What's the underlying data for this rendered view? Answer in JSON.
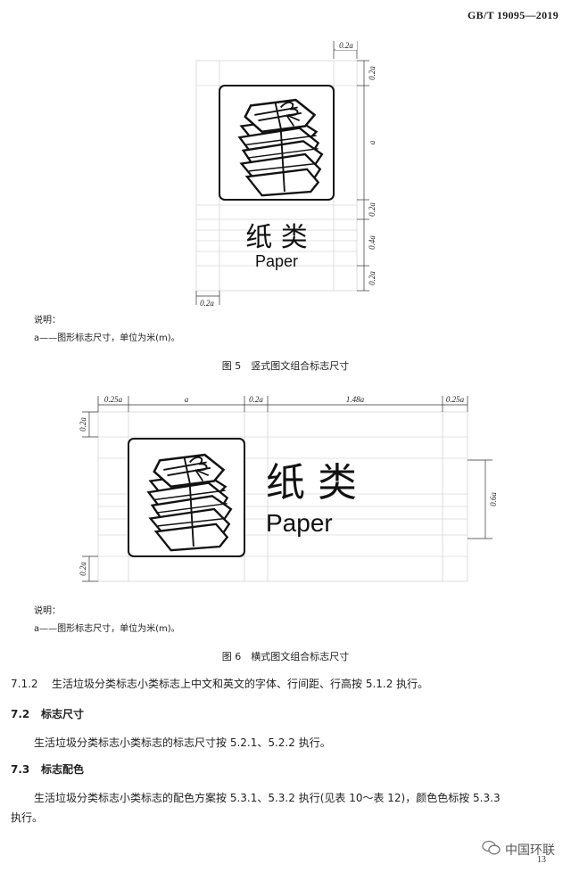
{
  "header": {
    "standard_code": "GB/T  19095—2019"
  },
  "sign": {
    "chinese": "纸 类",
    "english": "Paper"
  },
  "fig5": {
    "dims": {
      "top_margin": "0.2a",
      "side_margin": "0.2a",
      "icon_height": "a",
      "gap": "0.2a",
      "text_zone": "0.4a",
      "bottom_margin": "0.2a"
    },
    "note_title": "说明：",
    "note_line": "a——图形标志尺寸，单位为米(m)。",
    "caption": "图 5　竖式图文组合标志尺寸"
  },
  "fig6": {
    "dims": {
      "left_margin": "0.25a",
      "icon_width": "a",
      "gap": "0.2a",
      "text_width": "1.48a",
      "right_margin": "0.25a",
      "top_margin": "0.2a",
      "bottom_margin": "0.2a",
      "text_height": "0.6a"
    },
    "note_title": "说明：",
    "note_line": "a——图形标志尺寸，单位为米(m)。",
    "caption": "图 6　横式图文组合标志尺寸"
  },
  "sections": [
    {
      "number": "7.1.2",
      "text": "生活垃圾分类标志小类标志上中文和英文的字体、行间距、行高按 5.1.2 执行。"
    },
    {
      "number": "7.2",
      "heading": "标志尺寸",
      "text": "生活垃圾分类标志小类标志的标志尺寸按 5.2.1、5.2.2 执行。"
    },
    {
      "number": "7.3",
      "heading": "标志配色",
      "text_line1": "生活垃圾分类标志小类标志的配色方案按 5.3.1、5.3.2 执行(见表 10～表 12)，颜色色标按 5.3.3",
      "text_line2": "执行。"
    }
  ],
  "watermark": {
    "text": "中国环联"
  },
  "page_number": "13"
}
